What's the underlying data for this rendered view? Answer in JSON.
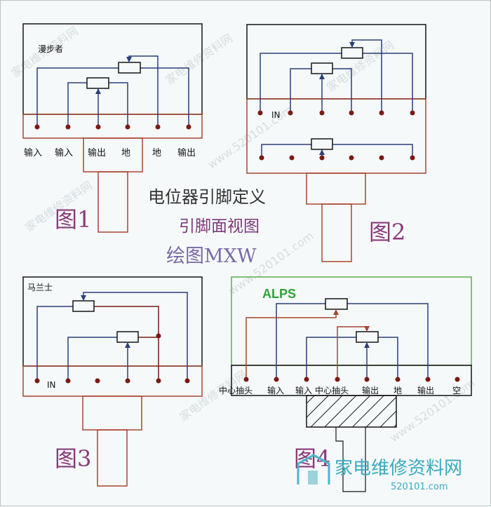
{
  "title": {
    "main": "电位器引脚定义",
    "sub": "引脚面视图",
    "drawn_by": "绘图MXW"
  },
  "figures": {
    "fig1": {
      "label": "图1",
      "brand": "漫步者",
      "pins": [
        "输入",
        "输入",
        "输出",
        "地",
        "地",
        "输出"
      ]
    },
    "fig2": {
      "label": "图2",
      "pin_tag": "IN"
    },
    "fig3": {
      "label": "图3",
      "brand": "马兰士",
      "pin_tag": "IN"
    },
    "fig4": {
      "label": "图4",
      "brand": "ALPS",
      "pins": [
        "中心抽头",
        "输入",
        "输入",
        "中心抽头",
        "输出",
        "地",
        "输出",
        "空"
      ]
    }
  },
  "watermarks": {
    "site": "www.520101.com",
    "cn": "家电维修资料网",
    "logo_cn": "家电维修资料网",
    "logo_url": "520101.com"
  },
  "colors": {
    "black": "#141414",
    "brown": "#a8452e",
    "blue": "#2a3f78",
    "green": "#5cae4a",
    "dark_red": "#7a1a12"
  }
}
